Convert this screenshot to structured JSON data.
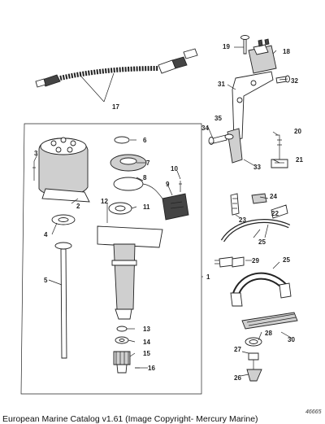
{
  "callouts": [
    "1",
    "2",
    "3",
    "4",
    "5",
    "6",
    "7",
    "8",
    "9",
    "10",
    "11",
    "12",
    "13",
    "14",
    "15",
    "16",
    "17",
    "18",
    "19",
    "20",
    "21",
    "22",
    "23",
    "24",
    "25",
    "25",
    "26",
    "27",
    "28",
    "29",
    "30",
    "31",
    "32",
    "33",
    "34",
    "35"
  ],
  "caption": "European Marine Catalog v1.61 (Image Copyright- Mercury Marine)",
  "drawing_code": "46665"
}
